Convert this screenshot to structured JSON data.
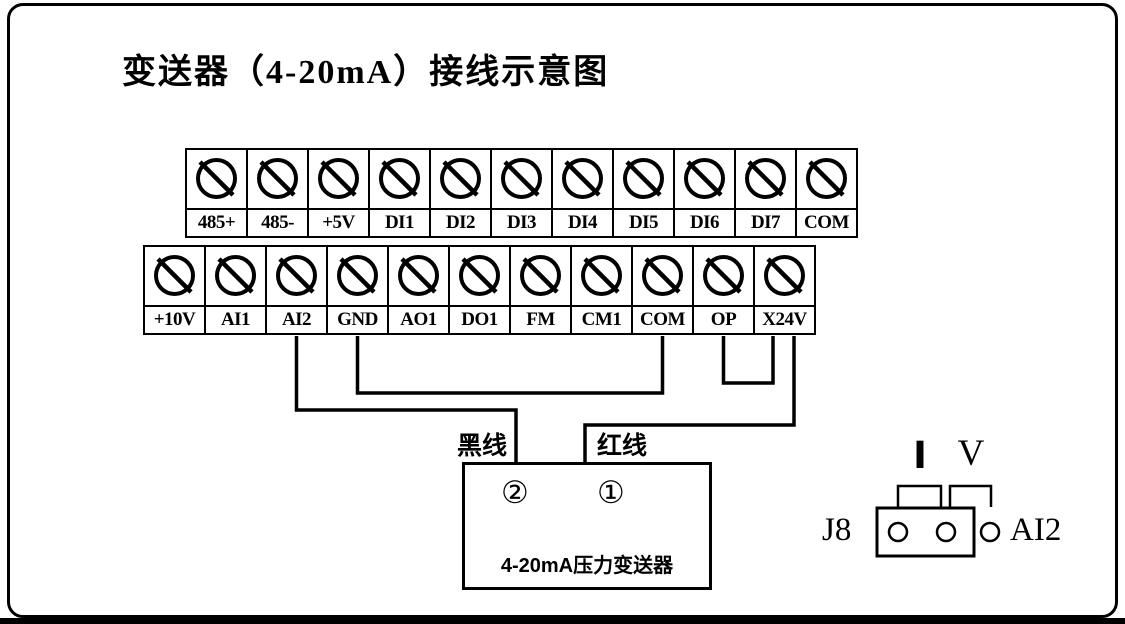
{
  "title": "变送器（4-20mA）接线示意图",
  "terminals": {
    "top_row": [
      "485+",
      "485-",
      "+5V",
      "DI1",
      "DI2",
      "DI3",
      "DI4",
      "DI5",
      "DI6",
      "DI7",
      "COM"
    ],
    "bottom_row": [
      "+10V",
      "AI1",
      "AI2",
      "GND",
      "AO1",
      "DO1",
      "FM",
      "CM1",
      "COM",
      "OP",
      "X24V"
    ]
  },
  "wire_labels": {
    "black": "黑线",
    "red": "红线"
  },
  "transmitter": {
    "terminal_2": "②",
    "terminal_1": "①",
    "name": "4-20mA压力变送器"
  },
  "jumper_block": {
    "connector": "J8",
    "current_mode": "I",
    "voltage_mode": "V",
    "signal": "AI2"
  },
  "colors": {
    "line": "#000000",
    "background": "#ffffff"
  }
}
